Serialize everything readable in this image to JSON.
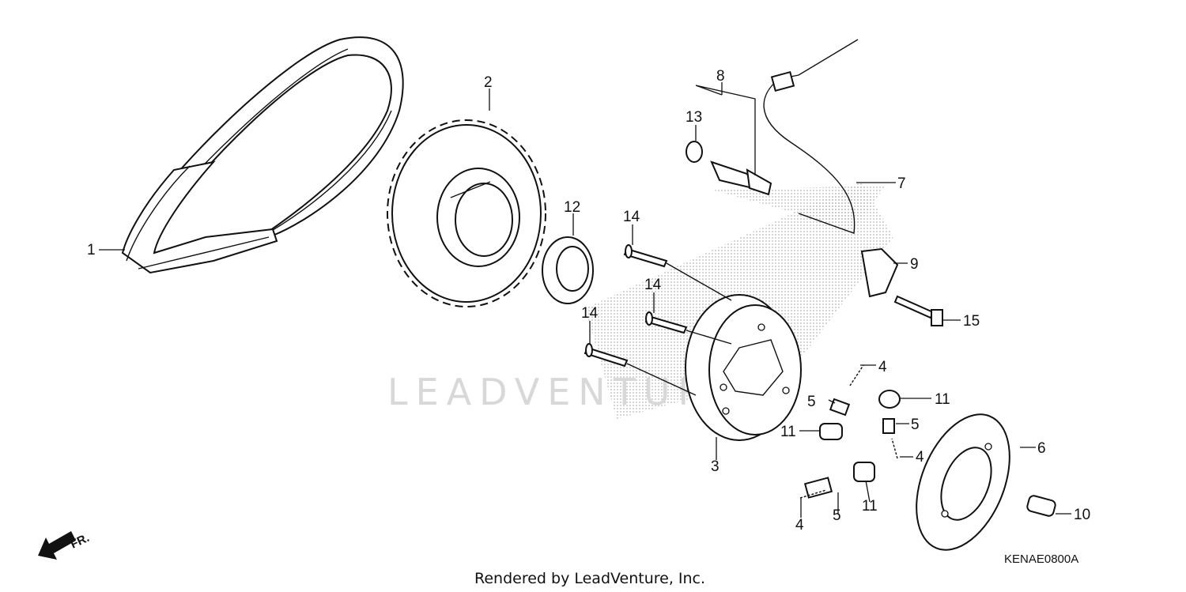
{
  "watermark": "LEADVENTURE",
  "footer": "Rendered by LeadVenture, Inc.",
  "diagram_code": "KENAE0800A",
  "direction": {
    "label": "FR.",
    "icon": "arrow-down-left-icon"
  },
  "callouts": {
    "c1": "1",
    "c2": "2",
    "c3": "3",
    "c4a": "4",
    "c4b": "4",
    "c4c": "4",
    "c5a": "5",
    "c5b": "5",
    "c5c": "5",
    "c6": "6",
    "c7": "7",
    "c8": "8",
    "c9": "9",
    "c10": "10",
    "c11a": "11",
    "c11b": "11",
    "c11c": "11",
    "c12": "12",
    "c13": "13",
    "c14a": "14",
    "c14b": "14",
    "c14c": "14",
    "c15": "15"
  },
  "colors": {
    "line": "#111111",
    "watermark": "#d8d8d8",
    "shading": "#bdbdbd"
  }
}
